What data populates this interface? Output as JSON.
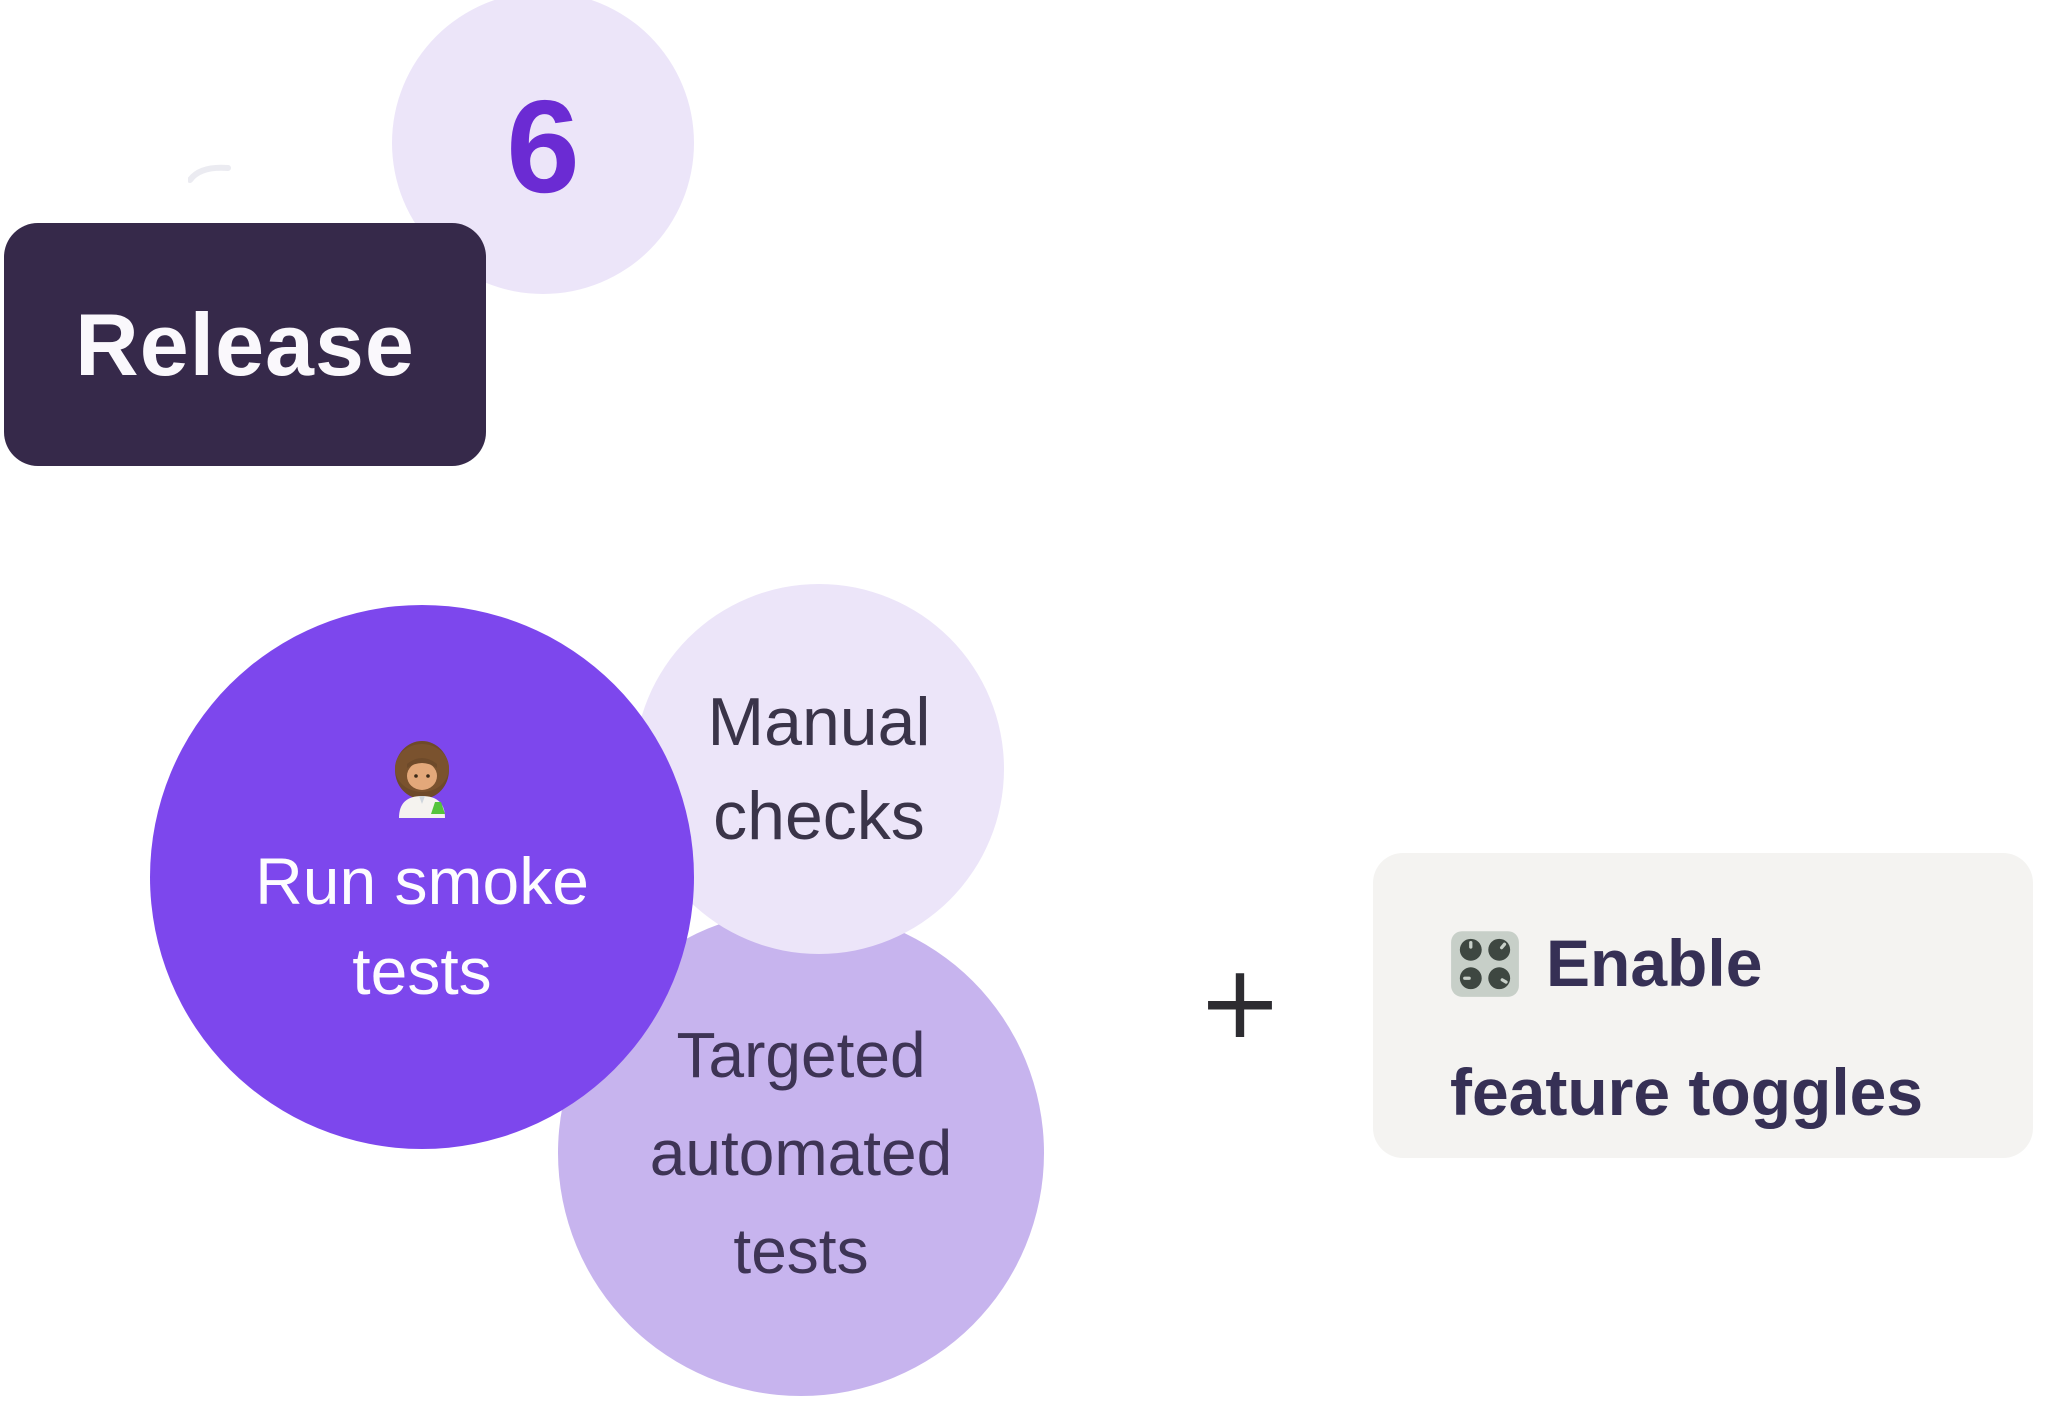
{
  "badge": {
    "number": "6"
  },
  "release": {
    "label": "Release"
  },
  "nodes": {
    "run_smoke": {
      "icon": "scientist-emoji",
      "lines": [
        "Run smoke",
        "tests"
      ]
    },
    "manual": {
      "lines": [
        "Manual",
        "checks"
      ]
    },
    "targeted": {
      "lines": [
        "Targeted",
        "automated",
        "tests"
      ]
    }
  },
  "operator": {
    "symbol": "+"
  },
  "card": {
    "icon": "control-knobs",
    "lines": [
      "Enable",
      "feature toggles"
    ]
  },
  "colors": {
    "badge_circle_bg": "#ece5f9",
    "badge_number": "#6b2bd3",
    "release_bg": "#36294a",
    "release_text": "#faf8fc",
    "run_circle_bg": "#7d47ed",
    "run_text": "#fdfcff",
    "manual_circle_bg": "#ece5f9",
    "manual_text": "#3a3449",
    "targeted_circle_bg": "#c7b4ee",
    "targeted_text": "#3e3455",
    "plus": "#2d2c31",
    "card_bg": "#f4f3f1",
    "card_text": "#363055"
  }
}
